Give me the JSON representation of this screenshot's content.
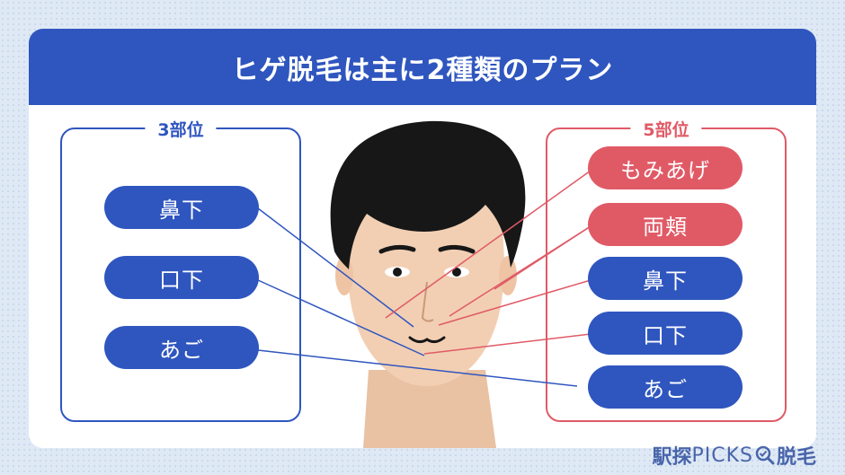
{
  "title": "ヒゲ脱毛は主に2種類のプラン",
  "plans": {
    "three": {
      "title": "3部位",
      "items": [
        "鼻下",
        "口下",
        "あご"
      ]
    },
    "five": {
      "title": "5部位",
      "items": [
        "もみあげ",
        "両頬",
        "鼻下",
        "口下",
        "あご"
      ]
    }
  },
  "logo": {
    "left_text": "駅探",
    "middle_text": "PICKS",
    "right_text": "脱毛",
    "icon": "magnifier-check-icon"
  },
  "colors": {
    "blue": "#2f56bf",
    "red": "#e05a66",
    "skin": "#f2cfb3",
    "hair": "#171717"
  }
}
